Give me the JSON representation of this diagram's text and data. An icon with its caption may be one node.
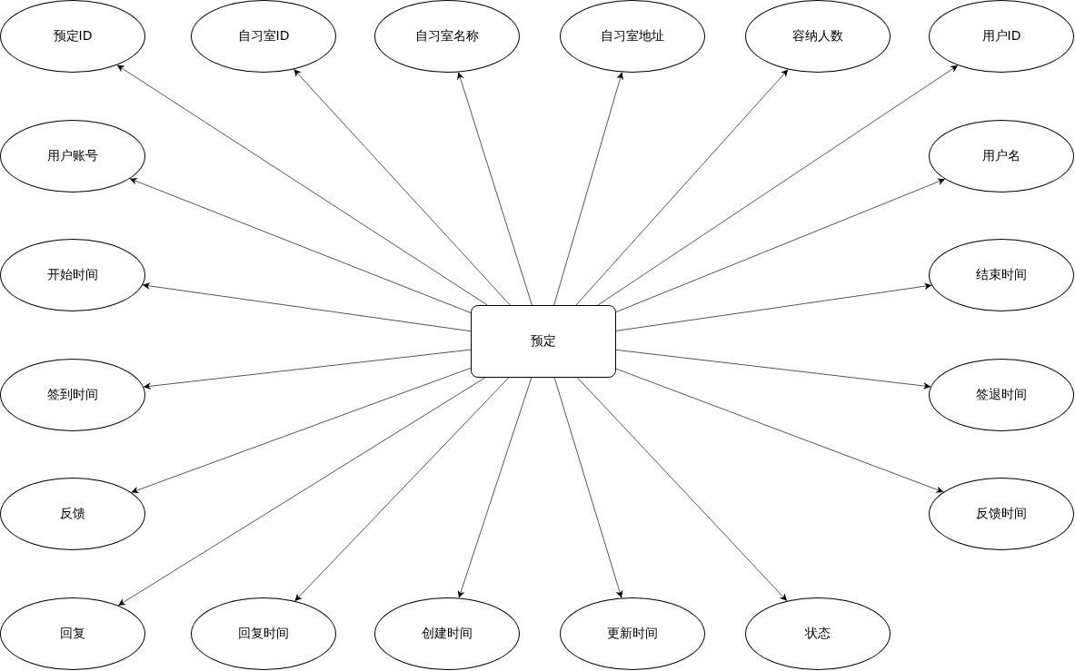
{
  "diagram": {
    "nodes": [
      {
        "text": [
          "预定"
        ]
      },
      {
        "text": [
          "预定ID"
        ]
      },
      {
        "text": [
          "自习室ID"
        ]
      },
      {
        "text": [
          "自习室名称"
        ]
      },
      {
        "text": [
          "自习室地址"
        ]
      },
      {
        "text": [
          "容纳人数"
        ]
      },
      {
        "text": [
          "用户ID"
        ]
      },
      {
        "text": [
          "用户账号"
        ]
      },
      {
        "text": [
          "用户名"
        ]
      },
      {
        "text": [
          "开始时间"
        ]
      },
      {
        "text": [
          "结束时间"
        ]
      },
      {
        "text": [
          "签到时间"
        ]
      },
      {
        "text": [
          "签退时间"
        ]
      },
      {
        "text": [
          "反馈"
        ]
      },
      {
        "text": [
          "反馈时间"
        ]
      },
      {
        "text": [
          "回复"
        ]
      },
      {
        "text": [
          "回复时间"
        ]
      },
      {
        "text": [
          "创建时间"
        ]
      },
      {
        "text": [
          "更新时间"
        ]
      },
      {
        "text": [
          "状态"
        ]
      }
    ],
    "edges": [
      {
        "from": 0,
        "to": 1,
        "arrow": "to"
      },
      {
        "from": 0,
        "to": 2,
        "arrow": "to"
      },
      {
        "from": 0,
        "to": 3,
        "arrow": "to"
      },
      {
        "from": 0,
        "to": 4,
        "arrow": "to"
      },
      {
        "from": 0,
        "to": 5,
        "arrow": "to"
      },
      {
        "from": 0,
        "to": 6,
        "arrow": "to"
      },
      {
        "from": 0,
        "to": 7,
        "arrow": "to"
      },
      {
        "from": 0,
        "to": 8,
        "arrow": "to"
      },
      {
        "from": 0,
        "to": 9,
        "arrow": "to"
      },
      {
        "from": 0,
        "to": 10,
        "arrow": "to"
      },
      {
        "from": 0,
        "to": 11,
        "arrow": "to"
      },
      {
        "from": 0,
        "to": 12,
        "arrow": "to"
      },
      {
        "from": 0,
        "to": 13,
        "arrow": "to"
      },
      {
        "from": 0,
        "to": 14,
        "arrow": "to"
      },
      {
        "from": 0,
        "to": 15,
        "arrow": "to"
      },
      {
        "from": 0,
        "to": 16,
        "arrow": "to"
      },
      {
        "from": 0,
        "to": 17,
        "arrow": "to"
      },
      {
        "from": 0,
        "to": 18,
        "arrow": "to"
      },
      {
        "from": 0,
        "to": 19,
        "arrow": "to"
      }
    ]
  }
}
